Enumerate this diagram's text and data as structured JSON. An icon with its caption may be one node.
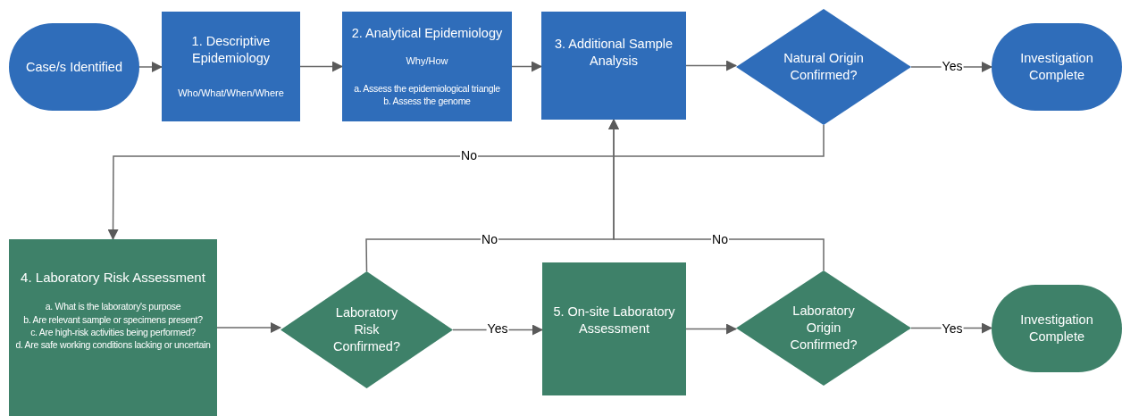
{
  "diagram": {
    "nodes": [
      {
        "text": [
          "Case/s Identified"
        ]
      },
      {
        "text": [
          "1. Descriptive Epidemiology",
          "Who/What/When/Where"
        ]
      },
      {
        "text": [
          "2. Analytical Epidemiology",
          "Why/How",
          "a. Assess the epidemiological triangle",
          "b. Assess the genome"
        ]
      },
      {
        "text": [
          "3. Additional Sample Analysis"
        ]
      },
      {
        "text": [
          "Natural Origin Confirmed?"
        ]
      },
      {
        "text": [
          "Investigation Complete"
        ]
      },
      {
        "text": [
          "4. Laboratory Risk Assessment",
          "a. What is the laboratory's purpose",
          "b. Are relevant sample or specimens present?",
          "c. Are high-risk activities being performed?",
          "d. Are safe working conditions lacking or uncertain"
        ]
      },
      {
        "text": [
          "Laboratory Risk Confirmed?"
        ]
      },
      {
        "text": [
          "5. On-site Laboratory Assessment"
        ]
      },
      {
        "text": [
          "Laboratory Origin Confirmed?"
        ]
      },
      {
        "text": [
          "Investigation Complete"
        ]
      }
    ],
    "edges": [
      {
        "from": 0,
        "to": 1,
        "arrow": "to"
      },
      {
        "from": 1,
        "to": 2,
        "arrow": "to"
      },
      {
        "from": 2,
        "to": 3,
        "arrow": "to"
      },
      {
        "from": 3,
        "to": 4,
        "arrow": "to"
      },
      {
        "from": 4,
        "to": 5,
        "arrow": "to",
        "label": "Yes"
      },
      {
        "from": 4,
        "to": 6,
        "arrow": "to",
        "label": "No"
      },
      {
        "from": 6,
        "to": 7,
        "arrow": "to"
      },
      {
        "from": 7,
        "to": 8,
        "arrow": "to",
        "label": "Yes"
      },
      {
        "from": 8,
        "to": 9,
        "arrow": "to"
      },
      {
        "from": 9,
        "to": 10,
        "arrow": "to",
        "label": "Yes"
      },
      {
        "from": 7,
        "to": 3,
        "arrow": "to",
        "label": "No"
      },
      {
        "from": 9,
        "to": 3,
        "arrow": "to",
        "label": "No"
      }
    ]
  }
}
